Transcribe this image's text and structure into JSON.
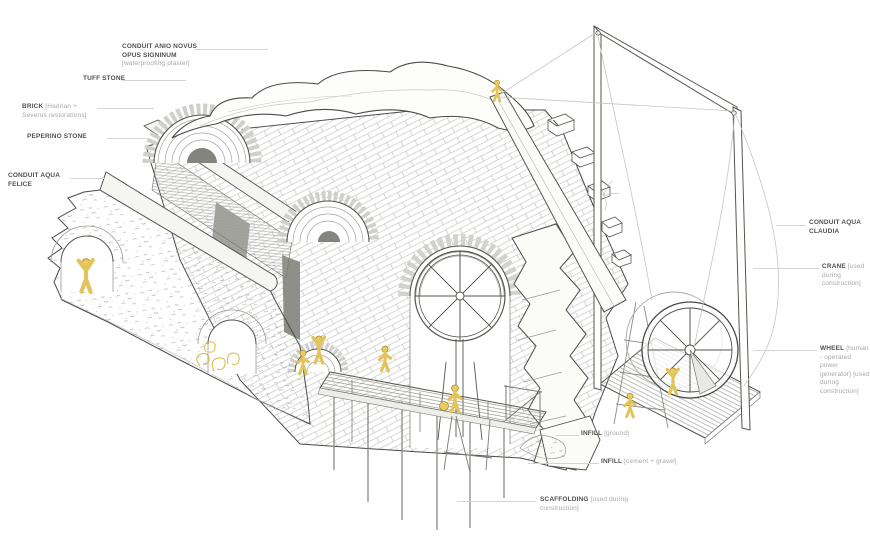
{
  "colors": {
    "background": "#ffffff",
    "ink": "#4a4a48",
    "secondary_line": "#9a9a96",
    "accent_yellow": "#e9cb5f",
    "accent_yellow_outline": "#ab8c2a",
    "label_title": "#505053",
    "label_note": "#a7a7a9",
    "leader_line": "#d4d4d1"
  },
  "labels": {
    "conduit_anio_novus": {
      "bold": "CONDUIT ANIO NOVUS",
      "bold2": "OPUS SIGNINUM",
      "note": "[waterproofing plaster]"
    },
    "tuff_stone": {
      "bold": "TUFF STONE"
    },
    "brick": {
      "bold": "BRICK",
      "note": " [Hadrian + Severus restorations]"
    },
    "peperino_stone": {
      "bold": "PEPERINO STONE"
    },
    "conduit_aqua_felice": {
      "bold": "CONDUIT AQUA FELICE"
    },
    "conduit_aqua_claudia": {
      "bold": "CONDUIT AQUA CLAUDIA"
    },
    "crane": {
      "bold": "CRANE",
      "note": " [used during construction]"
    },
    "wheel": {
      "bold": "WHEEL",
      "note": " [human - operated power generator] [used during construction]"
    },
    "infill_ground": {
      "bold": "INFILL",
      "note": " [ground]"
    },
    "infill_cement": {
      "bold": "INFILL",
      "note": " [cement + gravel]"
    },
    "scaffolding": {
      "bold": "SCAFFOLDING",
      "note": " [used during construction]"
    }
  }
}
